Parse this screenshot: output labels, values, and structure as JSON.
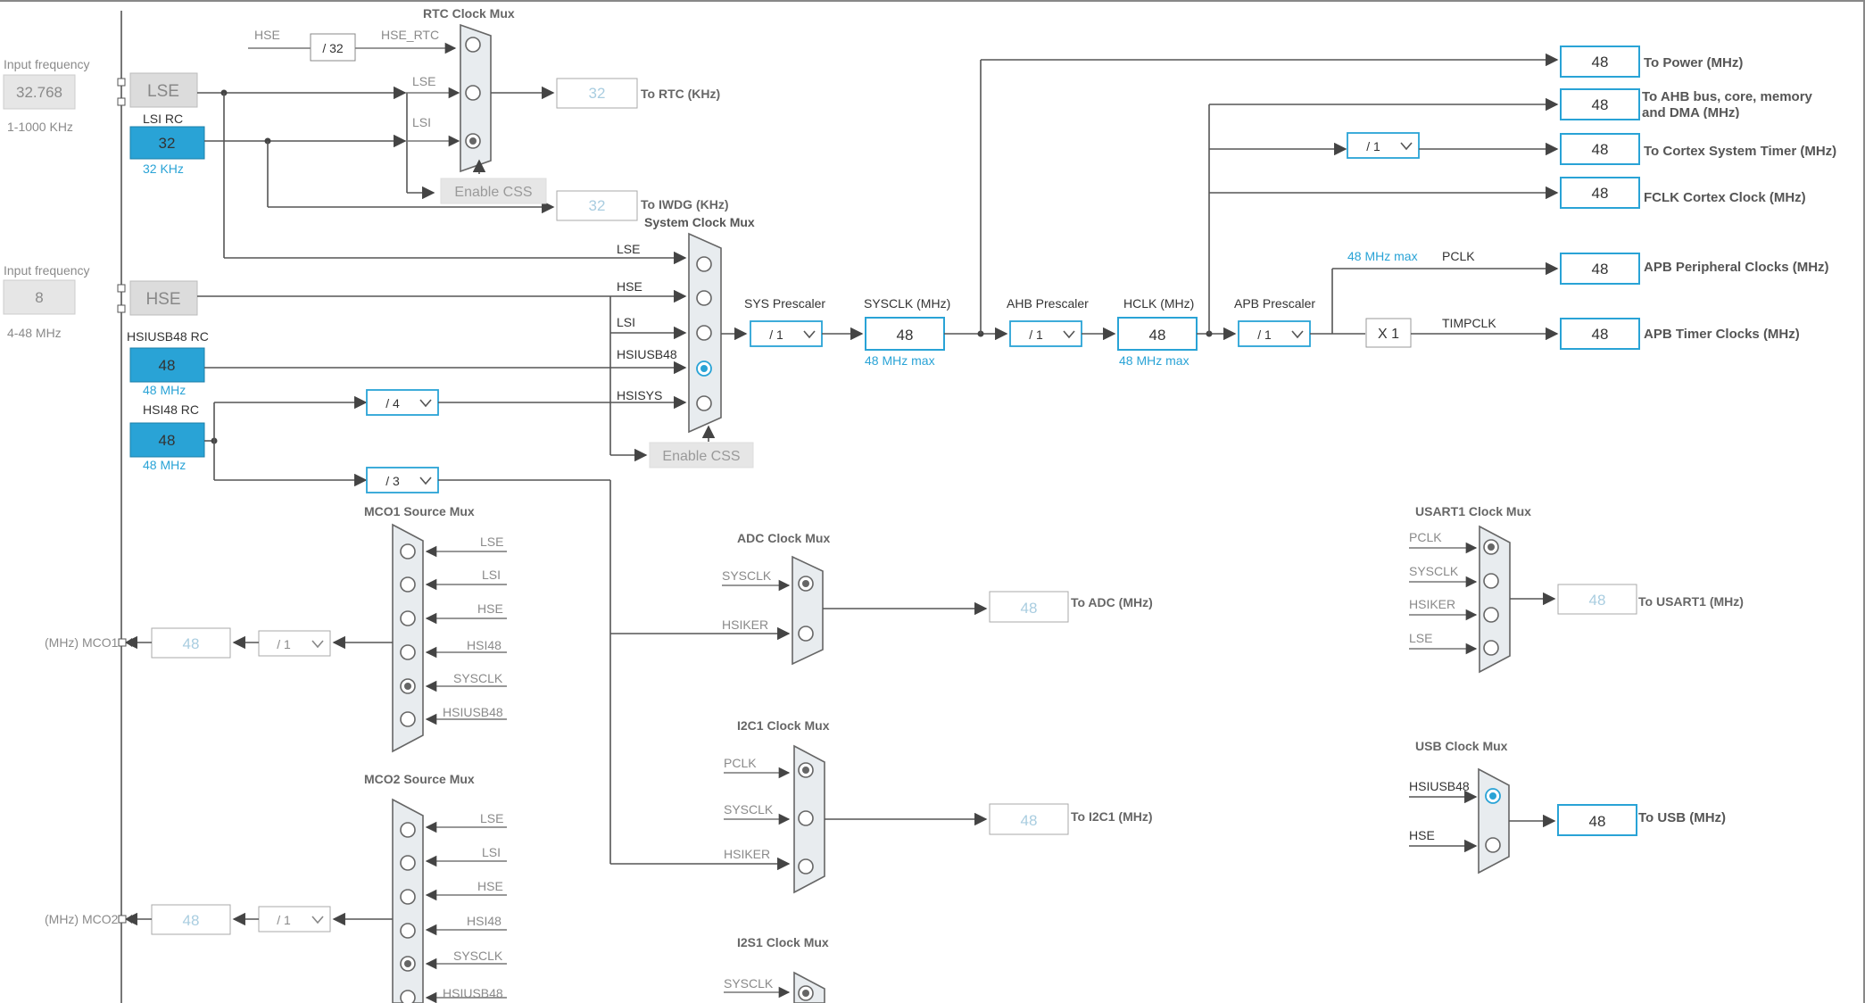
{
  "inputs": {
    "lse": {
      "title": "Input frequency",
      "value": "32.768",
      "range": "1-1000 KHz",
      "label": "LSE"
    },
    "hse": {
      "title": "Input frequency",
      "value": "8",
      "range": "4-48 MHz",
      "label": "HSE"
    },
    "lsi": {
      "name": "LSI RC",
      "value": "32",
      "unit": "32 KHz"
    },
    "hsiusb48": {
      "name": "HSIUSB48 RC",
      "value": "48",
      "unit": "48 MHz"
    },
    "hsi48": {
      "name": "HSI48 RC",
      "value": "48",
      "unit": "48 MHz"
    }
  },
  "rtc_mux": {
    "title": "RTC Clock Mux",
    "hse_label": "HSE",
    "divider": "/ 32",
    "hse_rtc_label": "HSE_RTC",
    "lse_label": "LSE",
    "lsi_label": "LSI",
    "enable_css": "Enable CSS",
    "rtc_value": "32",
    "rtc_label": "To RTC (KHz)",
    "iwdg_value": "32",
    "iwdg_label": "To IWDG (KHz)"
  },
  "sys_mux": {
    "title": "System Clock Mux",
    "inputs": [
      "LSE",
      "HSE",
      "LSI",
      "HSIUSB48",
      "HSISYS"
    ],
    "selected": "HSIUSB48",
    "enable_css": "Enable CSS",
    "div4": "/ 4",
    "div3": "/ 3"
  },
  "chain": {
    "sys_prescaler_label": "SYS Prescaler",
    "sys_prescaler": "/ 1",
    "sysclk_label": "SYSCLK (MHz)",
    "sysclk": "48",
    "sysclk_max": "48 MHz max",
    "ahb_prescaler_label": "AHB Prescaler",
    "ahb_prescaler": "/ 1",
    "hclk_label": "HCLK (MHz)",
    "hclk": "48",
    "hclk_max": "48 MHz max",
    "apb_prescaler_label": "APB Prescaler",
    "apb_prescaler": "/ 1",
    "cortex_div": "/ 1",
    "apb_max": "48 MHz max",
    "pclk_label": "PCLK",
    "x1": "X 1",
    "timpclk_label": "TIMPCLK"
  },
  "outputs": [
    {
      "value": "48",
      "label": "To Power (MHz)"
    },
    {
      "value": "48",
      "label": "To AHB bus, core, memory and DMA (MHz)"
    },
    {
      "value": "48",
      "label": "To Cortex System Timer (MHz)"
    },
    {
      "value": "48",
      "label": "FCLK Cortex Clock (MHz)"
    },
    {
      "value": "48",
      "label": "APB Peripheral Clocks (MHz)"
    },
    {
      "value": "48",
      "label": "APB Timer Clocks (MHz)"
    }
  ],
  "mco1": {
    "title": "MCO1 Source Mux",
    "inputs": [
      "LSE",
      "LSI",
      "HSE",
      "HSI48",
      "SYSCLK",
      "HSIUSB48"
    ],
    "selected": "SYSCLK",
    "divider": "/ 1",
    "value": "48",
    "pin_label": "(MHz) MCO1"
  },
  "mco2": {
    "title": "MCO2 Source Mux",
    "inputs": [
      "LSE",
      "LSI",
      "HSE",
      "HSI48",
      "SYSCLK",
      "HSIUSB48"
    ],
    "selected": "SYSCLK",
    "divider": "/ 1",
    "value": "48",
    "pin_label": "(MHz) MCO2"
  },
  "adc_mux": {
    "title": "ADC Clock Mux",
    "inputs": [
      "SYSCLK",
      "HSIKER"
    ],
    "selected": "SYSCLK",
    "value": "48",
    "label": "To ADC (MHz)"
  },
  "i2c1_mux": {
    "title": "I2C1 Clock Mux",
    "inputs": [
      "PCLK",
      "SYSCLK",
      "HSIKER"
    ],
    "selected": "PCLK",
    "value": "48",
    "label": "To I2C1 (MHz)"
  },
  "i2s1_mux": {
    "title": "I2S1 Clock Mux",
    "inputs": [
      "SYSCLK"
    ],
    "selected": "SYSCLK"
  },
  "usart1_mux": {
    "title": "USART1 Clock Mux",
    "inputs": [
      "PCLK",
      "SYSCLK",
      "HSIKER",
      "LSE"
    ],
    "selected": "PCLK",
    "value": "48",
    "label": "To USART1 (MHz)"
  },
  "usb_mux": {
    "title": "USB Clock Mux",
    "inputs": [
      "HSIUSB48",
      "HSE"
    ],
    "selected": "HSIUSB48",
    "value": "48",
    "label": "To USB (MHz)"
  },
  "colors": {
    "accent": "#29a3d6",
    "wire": "#555555",
    "mux_fill": "#e8ecef",
    "disabled": "#a9cde0"
  }
}
